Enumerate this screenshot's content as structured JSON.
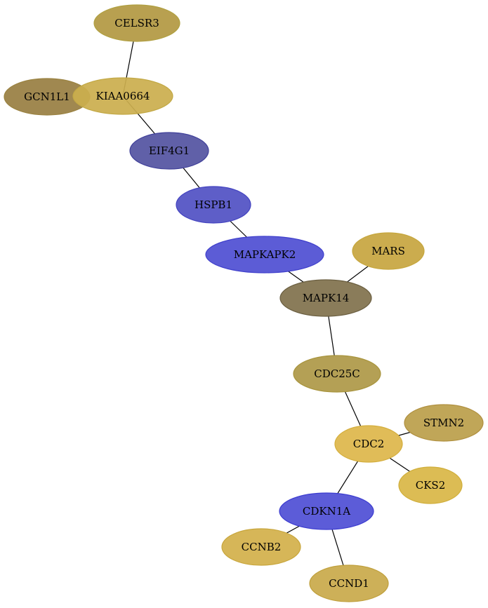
{
  "network": {
    "nodes": [
      {
        "id": "CELSR3",
        "label": "CELSR3",
        "fill": "#b8a050",
        "stroke": "#b0a040"
      },
      {
        "id": "GCN1L1",
        "label": "GCN1L1",
        "fill": "#a08850",
        "stroke": "#9a8240"
      },
      {
        "id": "KIAA0664",
        "label": "KIAA0664",
        "fill": "#cbae4f",
        "stroke": "#c2a844"
      },
      {
        "id": "EIF4G1",
        "label": "EIF4G1",
        "fill": "#6060a8",
        "stroke": "#40409a"
      },
      {
        "id": "HSPB1",
        "label": "HSPB1",
        "fill": "#5e5ec8",
        "stroke": "#4242c0"
      },
      {
        "id": "MAPKAPK2",
        "label": "MAPKAPK2",
        "fill": "#5c5cd6",
        "stroke": "#4040cc"
      },
      {
        "id": "MARS",
        "label": "MARS",
        "fill": "#cbac4e",
        "stroke": "#c6a63c"
      },
      {
        "id": "MAPK14",
        "label": "MAPK14",
        "fill": "#8a7c5a",
        "stroke": "#6a5e40"
      },
      {
        "id": "CDC25C",
        "label": "CDC25C",
        "fill": "#b4a055",
        "stroke": "#a8943c"
      },
      {
        "id": "STMN2",
        "label": "STMN2",
        "fill": "#c0a658",
        "stroke": "#b09040"
      },
      {
        "id": "CDC2",
        "label": "CDC2",
        "fill": "#e0bc58",
        "stroke": "#d4ae3c"
      },
      {
        "id": "CKS2",
        "label": "CKS2",
        "fill": "#dcbc54",
        "stroke": "#d0ae3a"
      },
      {
        "id": "CDKN1A",
        "label": "CDKN1A",
        "fill": "#5c5cd8",
        "stroke": "#3c3cd0"
      },
      {
        "id": "CCNB2",
        "label": "CCNB2",
        "fill": "#d6b658",
        "stroke": "#c8a63c"
      },
      {
        "id": "CCND1",
        "label": "CCND1",
        "fill": "#cdb058",
        "stroke": "#c0a03c"
      }
    ],
    "edges": [
      {
        "source": "CELSR3",
        "target": "KIAA0664"
      },
      {
        "source": "KIAA0664",
        "target": "EIF4G1"
      },
      {
        "source": "EIF4G1",
        "target": "HSPB1"
      },
      {
        "source": "HSPB1",
        "target": "MAPKAPK2"
      },
      {
        "source": "MAPKAPK2",
        "target": "MAPK14"
      },
      {
        "source": "MARS",
        "target": "MAPK14"
      },
      {
        "source": "MAPK14",
        "target": "CDC25C"
      },
      {
        "source": "CDC25C",
        "target": "CDC2"
      },
      {
        "source": "CDC2",
        "target": "STMN2"
      },
      {
        "source": "CDC2",
        "target": "CKS2"
      },
      {
        "source": "CDC2",
        "target": "CDKN1A"
      },
      {
        "source": "CDKN1A",
        "target": "CCNB2"
      },
      {
        "source": "CDKN1A",
        "target": "CCND1"
      }
    ]
  }
}
